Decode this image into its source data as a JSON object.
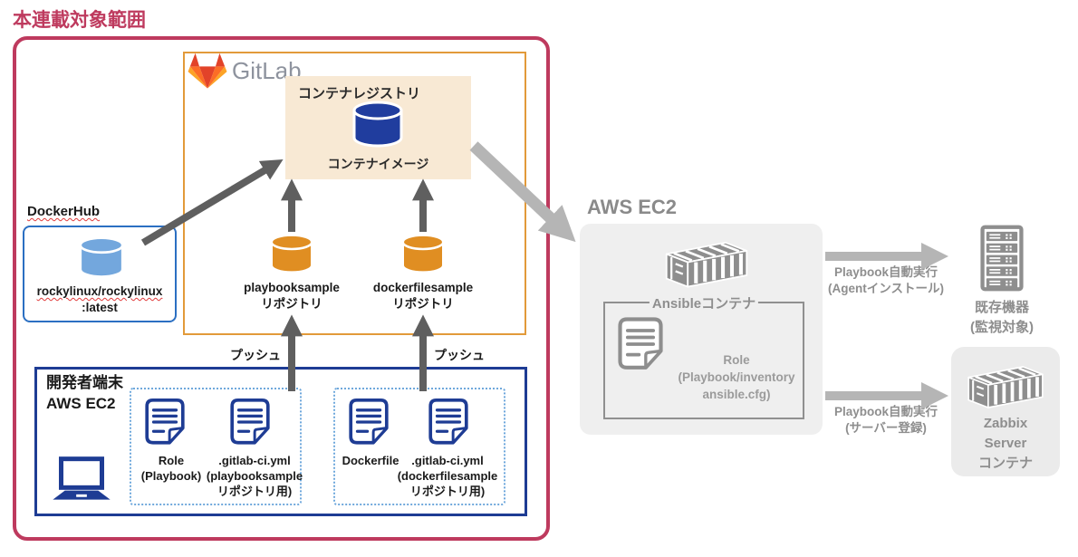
{
  "title": "本連載対象範囲",
  "colors": {
    "scope": "#BE3A5E",
    "orange": "#E29A3A",
    "beige": "#F8E9D4",
    "navy": "#1E3C94",
    "blue": "#2B6FC2",
    "lightblue": "#73A7DD",
    "orangecyl": "#E08E22",
    "bluecyl": "#203D9E",
    "dotted": "#6FA8DC",
    "grayfill": "#EFEFEF",
    "grayfill2": "#EBEBEB",
    "gray": "#8E8E8E",
    "graytext": "#8E8E8E",
    "darkarrow": "#5F5F5F",
    "lightarrow": "#B5B5B5",
    "black": "#1A1A1A",
    "squiggle": "#E03B3B",
    "gitlabred": "#E24329",
    "gitlaborange": "#FC6D26",
    "gitlabyellow": "#FCA326",
    "gitlabgray": "#8E939E"
  },
  "gitlab": {
    "wordmark": "GitLab",
    "registry": {
      "title": "コンテナレジストリ",
      "image_label": "コンテナイメージ"
    },
    "repos": [
      {
        "name": "playbooksample",
        "type": "リポジトリ"
      },
      {
        "name": "dockerfilesample",
        "type": "リポジトリ"
      }
    ]
  },
  "dockerhub": {
    "label": "DockerHub",
    "image": "rockylinux/rockylinux",
    "tag": ":latest"
  },
  "dev": {
    "title_line1": "開発者端末",
    "title_line2": "AWS EC2",
    "push_label": "プッシュ",
    "groups": [
      {
        "docs": [
          {
            "line1": "Role",
            "line2": "(Playbook)"
          },
          {
            "line1": ".gitlab-ci.yml",
            "line2": "(playbooksample",
            "line3": "リポジトリ用)"
          }
        ]
      },
      {
        "docs": [
          {
            "line1": "Dockerfile"
          },
          {
            "line1": ".gitlab-ci.yml",
            "line2": "(dockerfilesample",
            "line3": "リポジトリ用)"
          }
        ]
      }
    ]
  },
  "aws": {
    "title": "AWS EC2",
    "ansible": {
      "label": "Ansibleコンテナ",
      "role_line1": "Role",
      "role_line2": "(Playbook/inventory",
      "role_line3": "ansible.cfg)"
    }
  },
  "flows": [
    {
      "line1": "Playbook自動実行",
      "line2": "(Agentインストール)"
    },
    {
      "line1": "Playbook自動実行",
      "line2": "(サーバー登録)"
    }
  ],
  "targets": {
    "existing": {
      "line1": "既存機器",
      "line2": "(監視対象)"
    },
    "zabbix": {
      "line1": "Zabbix",
      "line2": "Server",
      "line3": "コンテナ"
    }
  }
}
